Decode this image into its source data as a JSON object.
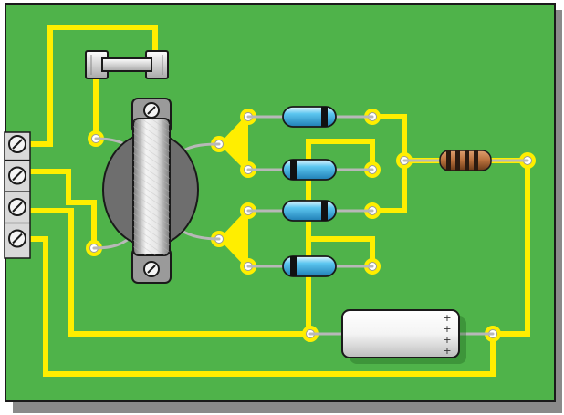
{
  "colors": {
    "board": "#4fb34a",
    "board_edge": "#1a1a1a",
    "shadow": "#8a8a8a",
    "trace": "#ffee00",
    "pad_ring": "#ffee00",
    "pad_hole": "#ffffff",
    "lead": "#c8c8c8",
    "terminal_block": "#d9d9d9",
    "transformer_core": "#6e6e6e",
    "diode_body": "#3fb6e8",
    "diode_band": "#111111",
    "resistor_body": "#a0522d",
    "capacitor_body": "#f2f2f2"
  },
  "components": {
    "terminal_screws": 4,
    "fuse": "fuse-holder",
    "transformer": "transformer",
    "diodes": 4,
    "resistor_bands": [
      "#2a1a10",
      "#2a1a10",
      "#2a1a10",
      "#2a1a10"
    ],
    "capacitor_marks": "+ + + +"
  },
  "labels": {
    "capacitor_plus": "+"
  }
}
